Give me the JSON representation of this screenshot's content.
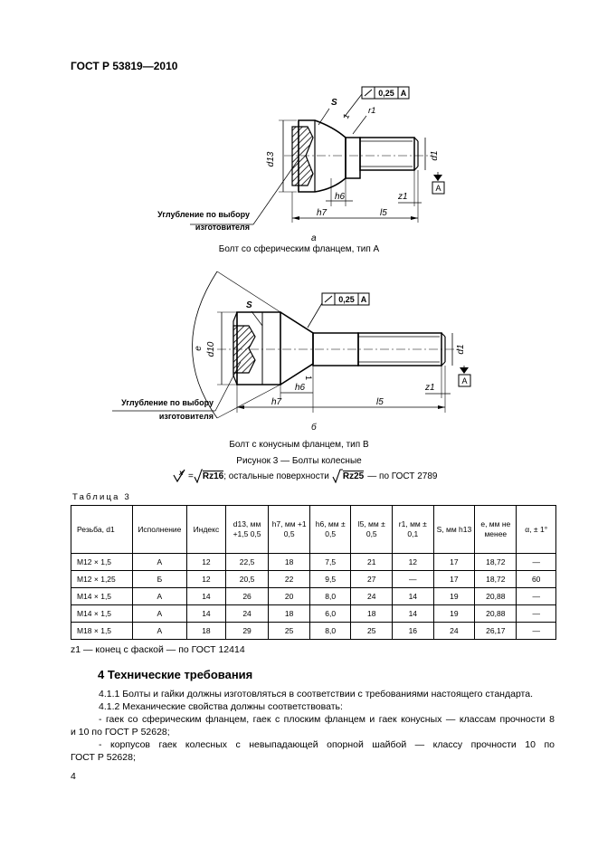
{
  "header": "ГОСТ Р 53819—2010",
  "figure_a": {
    "letter": "а",
    "caption": "Болт со сферическим фланцем, тип А",
    "labels": {
      "s": "S",
      "tol": "0,25",
      "datum": "A",
      "r1": "r1",
      "one": "1",
      "d13": "d13",
      "d1": "d1",
      "h6": "h6",
      "h7": "h7",
      "l5": "l5",
      "z1": "z1",
      "note_line1": "Углубление по выбору",
      "note_line2": "изготовителя"
    }
  },
  "figure_b": {
    "letter": "б",
    "caption": "Болт с конусным фланцем, тип В",
    "labels": {
      "s": "S",
      "tol": "0,25",
      "datum": "A",
      "e": "e",
      "d10": "d10",
      "d1": "d1",
      "one": "1",
      "h6": "h6",
      "h7": "h7",
      "l5": "l5",
      "z1": "z1",
      "note_line1": "Углубление по выбору",
      "note_line2": "изготовителя"
    }
  },
  "figure_title": "Рисунок 3 — Болты колесные",
  "roughness": {
    "sym_x": "x",
    "rz1": "Rz16",
    "mid": "; остальные поверхности",
    "rz2": "Rz25",
    "tail": "— по ГОСТ 2789"
  },
  "table": {
    "title": "Таблица 3",
    "headers": [
      "Резьба, d1",
      "Исполнение",
      "Индекс",
      "d13, мм +1,5 0,5",
      "h7, мм +1 0,5",
      "h6, мм ± 0,5",
      "l5, мм ± 0,5",
      "r1, мм ± 0,1",
      "S, мм h13",
      "e, мм не менее",
      "α, ± 1°"
    ],
    "rows": [
      [
        "M12 × 1,5",
        "A",
        "12",
        "22,5",
        "18",
        "7,5",
        "21",
        "12",
        "17",
        "18,72",
        "—"
      ],
      [
        "M12 × 1,25",
        "Б",
        "12",
        "20,5",
        "22",
        "9,5",
        "27",
        "—",
        "17",
        "18,72",
        "60"
      ],
      [
        "M14 × 1,5",
        "A",
        "14",
        "26",
        "20",
        "8,0",
        "24",
        "14",
        "19",
        "20,88",
        "—"
      ],
      [
        "M14 × 1,5",
        "A",
        "14",
        "24",
        "18",
        "6,0",
        "18",
        "14",
        "19",
        "20,88",
        "—"
      ],
      [
        "M18 × 1,5",
        "A",
        "18",
        "29",
        "25",
        "8,0",
        "25",
        "16",
        "24",
        "26,17",
        "—"
      ]
    ]
  },
  "note": "z1 — конец с фаской — по ГОСТ 12414",
  "section_title": "4  Технические требования",
  "paragraphs": {
    "p1": "4.1.1 Болты и гайки должны изготовляться в соответствии с требованиями настоящего стандарта.",
    "p2": "4.1.2 Механические свойства должны соответствовать:",
    "p3a": "- гаек со сферическим фланцем, гаек с плоским фланцем и гаек конусных — классам прочности 8",
    "p3b": "и 10 по ГОСТ Р 52628;",
    "p4a": "- корпусов гаек колесных с невыпадающей опорной шайбой — классу прочности 10 по",
    "p4b": "ГОСТ Р 52628;"
  },
  "page_number": "4"
}
